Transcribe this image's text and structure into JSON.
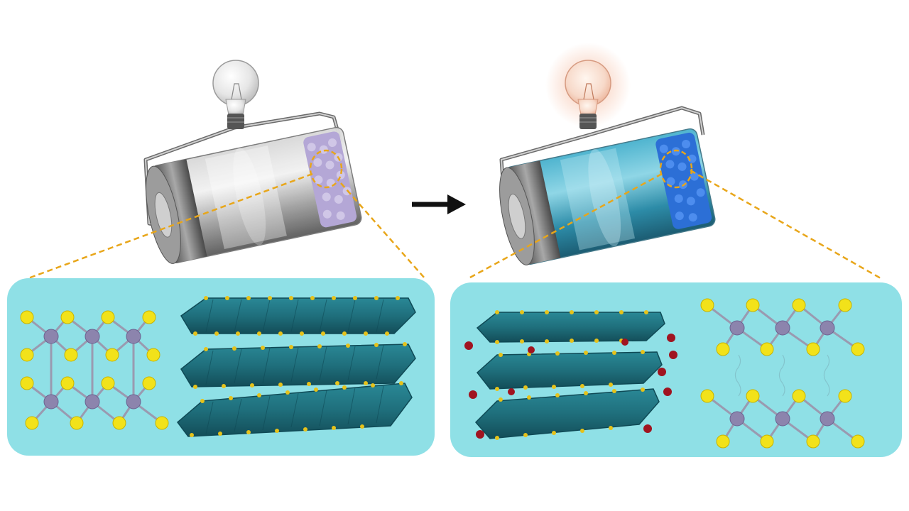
{
  "figure": {
    "description_text": "",
    "colors": {
      "background": "#ffffff",
      "panel_fill": "#8fe0e6",
      "panel_fill_dark": "#7fd6dd",
      "callout_line": "#e8a61a",
      "arrow": "#111111",
      "sulfur_atom": "#f2e21a",
      "metal_atom": "#8c84ad",
      "bond": "#9a9ab0",
      "octahedra": "#1f6f7c",
      "octahedra_edge": "#0f4a56",
      "intercalant_atom": "#a01420",
      "electrolyte_charged": "#2fa8c8",
      "electrode_uncharged": "#b4a7d6",
      "electrode_charged": "#2c6fd6",
      "bulb_glow": "#f5b79a"
    },
    "left_state": {
      "battery": {
        "electrolyte": "clear",
        "electrode": "electrode_uncharged"
      },
      "bulb": {
        "lit": false
      }
    },
    "right_state": {
      "battery": {
        "electrolyte": "electrolyte_charged",
        "electrode": "electrode_charged"
      },
      "bulb": {
        "lit": true
      }
    },
    "transition_arrow": {
      "icon": "right-arrow-icon"
    }
  }
}
